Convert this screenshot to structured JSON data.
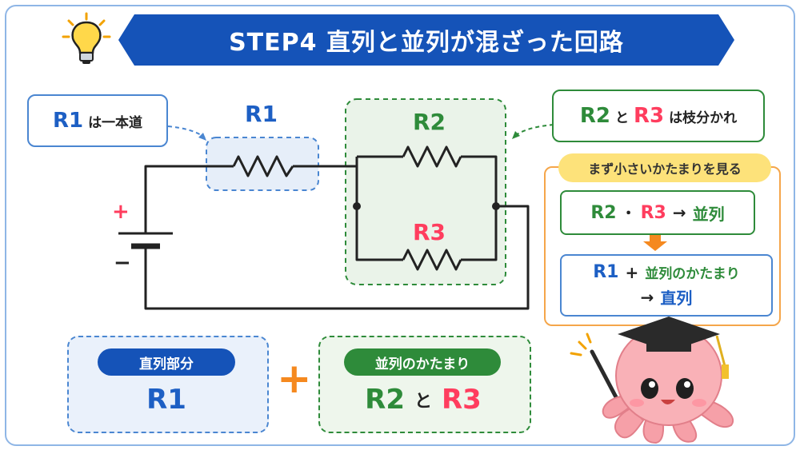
{
  "title": "STEP4 直列と並列が混ざった回路",
  "icons": {
    "bulb": "lightbulb-icon",
    "mascot": "octopus-teacher-icon"
  },
  "colors": {
    "blue": "#1d5fc4",
    "green": "#2e8b3a",
    "red": "#ff3d5e",
    "orange": "#f5a64a"
  },
  "callout_r1": {
    "r": "R1",
    "text": "は一本道"
  },
  "callout_r23": {
    "r2": "R2",
    "to": "と",
    "r3": "R3",
    "text": "は枝分かれ"
  },
  "circuit": {
    "r1": "R1",
    "r2": "R2",
    "r3": "R3",
    "plus": "+",
    "minus": "−"
  },
  "steps": {
    "heading": "まず小さいかたまりを見る",
    "step1": {
      "r2": "R2",
      "dot": "・",
      "r3": "R3",
      "arrow": "→",
      "result": "並列"
    },
    "step2": {
      "r1": "R1",
      "plus": "+",
      "group": "並列のかたまり",
      "arrow": "→",
      "result": "直列"
    }
  },
  "summary": {
    "series_label": "直列部分",
    "series_value": "R1",
    "plus": "+",
    "parallel_label": "並列のかたまり",
    "parallel_r2": "R2",
    "parallel_to": "と",
    "parallel_r3": "R3"
  }
}
